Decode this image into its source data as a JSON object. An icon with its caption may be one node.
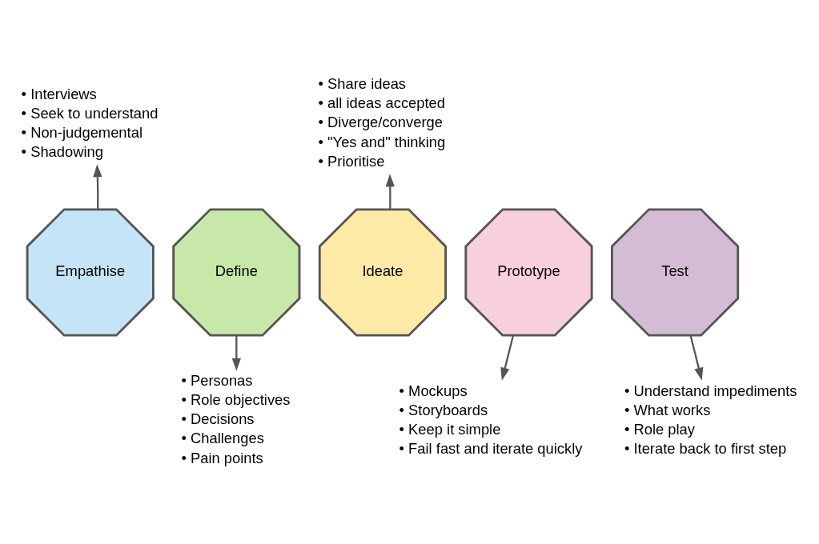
{
  "diagram": {
    "nodes": [
      {
        "text": [
          "Empathise"
        ]
      },
      {
        "text": [
          "Define"
        ]
      },
      {
        "text": [
          "Ideate"
        ]
      },
      {
        "text": [
          "Prototype"
        ]
      },
      {
        "text": [
          "Test"
        ]
      },
      {
        "text": [
          "• Interviews",
          "• Seek to understand",
          "• Non-judgemental",
          "• Shadowing"
        ]
      },
      {
        "text": [
          "• Share ideas",
          "• all ideas accepted",
          "• Diverge/converge",
          "• \"Yes and\" thinking",
          "• Prioritise"
        ]
      },
      {
        "text": [
          "• Personas",
          "• Role objectives",
          "• Decisions",
          "• Challenges",
          "• Pain points"
        ]
      },
      {
        "text": [
          "• Mockups",
          "• Storyboards",
          "• Keep it simple",
          "• Fail fast and iterate quickly"
        ]
      },
      {
        "text": [
          "• Understand impediments",
          "• What works",
          "• Role play",
          "• Iterate back to first step"
        ]
      }
    ],
    "edges": [
      {
        "from": 0,
        "to": 5,
        "arrow": "to"
      },
      {
        "from": 2,
        "to": 6,
        "arrow": "to"
      },
      {
        "from": 1,
        "to": 7,
        "arrow": "to"
      },
      {
        "from": 3,
        "to": 8,
        "arrow": "to"
      },
      {
        "from": 4,
        "to": 9,
        "arrow": "to"
      }
    ]
  }
}
